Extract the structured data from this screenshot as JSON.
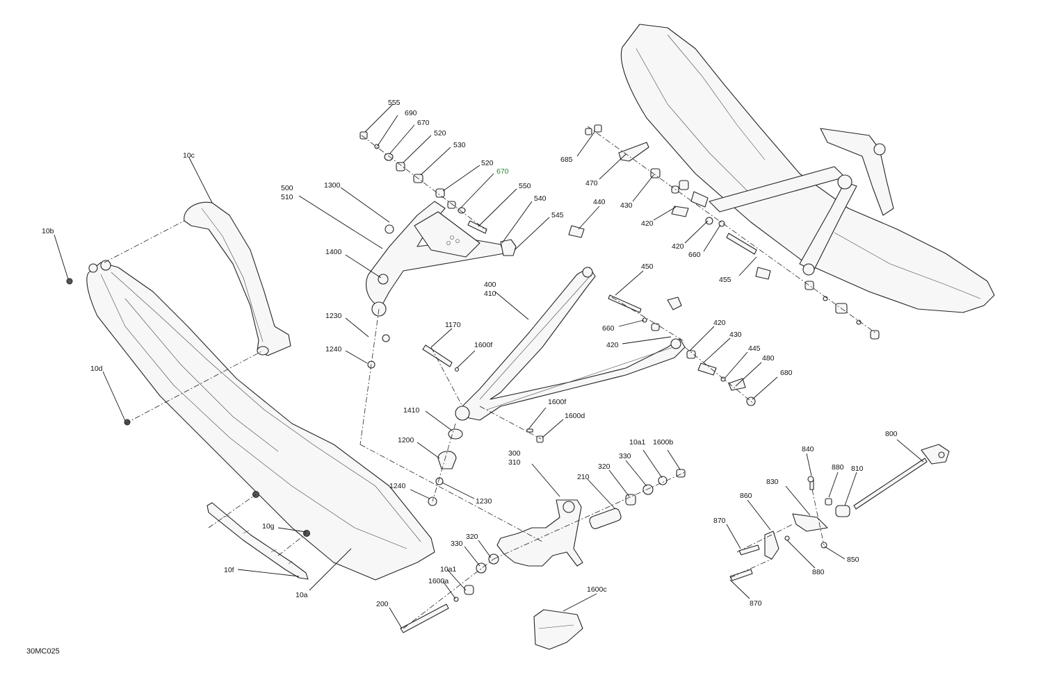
{
  "diagram_code": "30MC025",
  "accent_color": "#2e7d32",
  "callouts": [
    "555",
    "690",
    "670",
    "520",
    "530",
    "520",
    "670",
    "550",
    "540",
    "545",
    "500",
    "510",
    "1300",
    "1400",
    "1230",
    "1240",
    "10c",
    "10b",
    "10d",
    "10f",
    "10a",
    "10g",
    "400",
    "410",
    "1170",
    "1600f",
    "1410",
    "1200",
    "1240",
    "1230",
    "1600f",
    "1600d",
    "450",
    "660",
    "420",
    "420",
    "430",
    "445",
    "480",
    "680",
    "685",
    "470",
    "430",
    "420",
    "420",
    "660",
    "455",
    "440",
    "300",
    "310",
    "210",
    "320",
    "330",
    "10a1",
    "1600b",
    "330",
    "320",
    "10a1",
    "1600a",
    "200",
    "1600c",
    "800",
    "840",
    "880",
    "810",
    "830",
    "860",
    "870",
    "850",
    "880",
    "870"
  ]
}
